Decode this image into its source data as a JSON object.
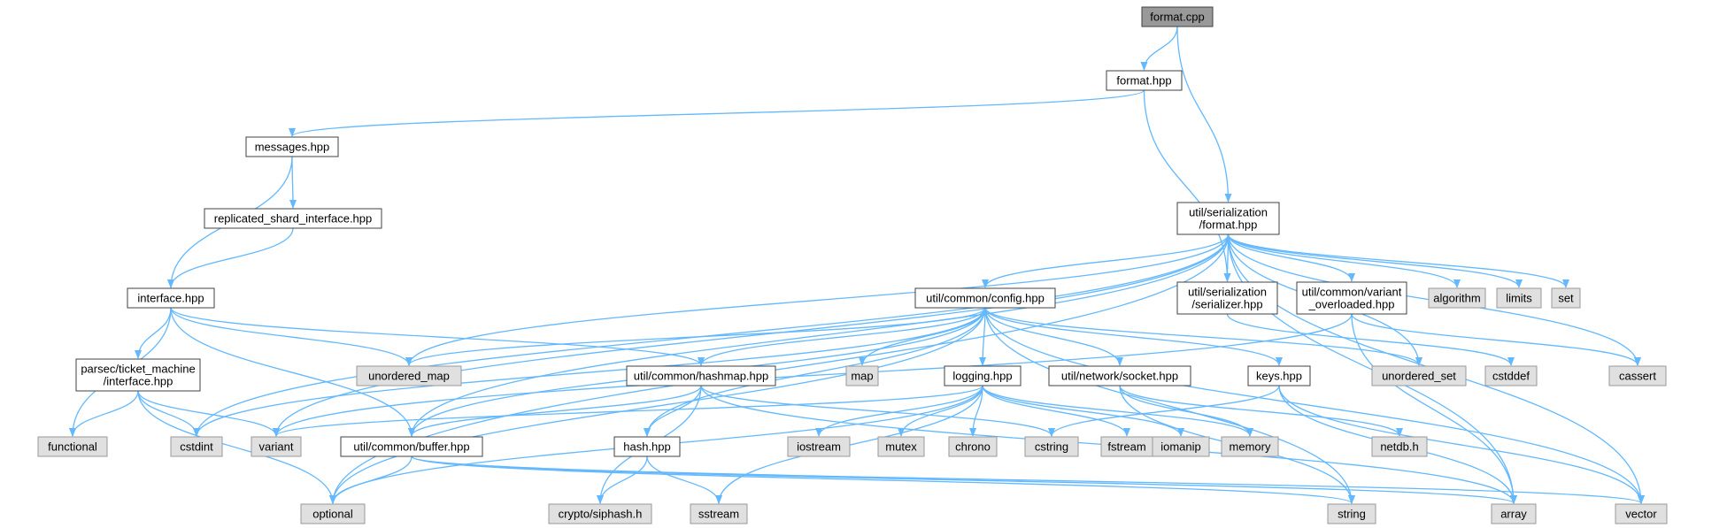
{
  "colors": {
    "edge": "#63b8ff",
    "border": "#999999",
    "border_dark": "#404040",
    "fill_external": "#e0e0e0",
    "fill_root": "#999999",
    "fill_internal": "#ffffff"
  },
  "nodes": [
    {
      "id": "format_cpp",
      "lines": [
        "format.cpp"
      ],
      "kind": "root"
    },
    {
      "id": "format_hpp",
      "lines": [
        "format.hpp"
      ],
      "kind": "internal"
    },
    {
      "id": "messages_hpp",
      "lines": [
        "messages.hpp"
      ],
      "kind": "internal"
    },
    {
      "id": "replicated",
      "lines": [
        "replicated_shard_interface.hpp"
      ],
      "kind": "internal"
    },
    {
      "id": "ser_format",
      "lines": [
        "util/serialization",
        "/format.hpp"
      ],
      "kind": "internal"
    },
    {
      "id": "interface_hpp",
      "lines": [
        "interface.hpp"
      ],
      "kind": "internal"
    },
    {
      "id": "config_hpp",
      "lines": [
        "util/common/config.hpp"
      ],
      "kind": "internal"
    },
    {
      "id": "ser_serializer",
      "lines": [
        "util/serialization",
        "/serializer.hpp"
      ],
      "kind": "internal"
    },
    {
      "id": "variant_overloaded",
      "lines": [
        "util/common/variant",
        "_overloaded.hpp"
      ],
      "kind": "internal"
    },
    {
      "id": "algorithm",
      "lines": [
        "algorithm"
      ],
      "kind": "external"
    },
    {
      "id": "limits",
      "lines": [
        "limits"
      ],
      "kind": "external"
    },
    {
      "id": "set",
      "lines": [
        "set"
      ],
      "kind": "external"
    },
    {
      "id": "parsec_iface",
      "lines": [
        "parsec/ticket_machine",
        "/interface.hpp"
      ],
      "kind": "internal"
    },
    {
      "id": "unordered_map",
      "lines": [
        "unordered_map"
      ],
      "kind": "external"
    },
    {
      "id": "hashmap_hpp",
      "lines": [
        "util/common/hashmap.hpp"
      ],
      "kind": "internal"
    },
    {
      "id": "map",
      "lines": [
        "map"
      ],
      "kind": "external"
    },
    {
      "id": "logging_hpp",
      "lines": [
        "logging.hpp"
      ],
      "kind": "internal"
    },
    {
      "id": "socket_hpp",
      "lines": [
        "util/network/socket.hpp"
      ],
      "kind": "internal"
    },
    {
      "id": "keys_hpp",
      "lines": [
        "keys.hpp"
      ],
      "kind": "internal"
    },
    {
      "id": "unordered_set",
      "lines": [
        "unordered_set"
      ],
      "kind": "external"
    },
    {
      "id": "cstddef",
      "lines": [
        "cstddef"
      ],
      "kind": "external"
    },
    {
      "id": "cassert",
      "lines": [
        "cassert"
      ],
      "kind": "external"
    },
    {
      "id": "functional",
      "lines": [
        "functional"
      ],
      "kind": "external"
    },
    {
      "id": "cstdint",
      "lines": [
        "cstdint"
      ],
      "kind": "external"
    },
    {
      "id": "variant",
      "lines": [
        "variant"
      ],
      "kind": "external"
    },
    {
      "id": "buffer_hpp",
      "lines": [
        "util/common/buffer.hpp"
      ],
      "kind": "internal"
    },
    {
      "id": "iostream",
      "lines": [
        "iostream"
      ],
      "kind": "external"
    },
    {
      "id": "mutex",
      "lines": [
        "mutex"
      ],
      "kind": "external"
    },
    {
      "id": "chrono",
      "lines": [
        "chrono"
      ],
      "kind": "external"
    },
    {
      "id": "cstring",
      "lines": [
        "cstring"
      ],
      "kind": "external"
    },
    {
      "id": "fstream",
      "lines": [
        "fstream"
      ],
      "kind": "external"
    },
    {
      "id": "iomanip",
      "lines": [
        "iomanip"
      ],
      "kind": "external"
    },
    {
      "id": "memory",
      "lines": [
        "memory"
      ],
      "kind": "external"
    },
    {
      "id": "netdb",
      "lines": [
        "netdb.h"
      ],
      "kind": "external"
    },
    {
      "id": "hash_hpp",
      "lines": [
        "hash.hpp"
      ],
      "kind": "internal"
    },
    {
      "id": "optional",
      "lines": [
        "optional"
      ],
      "kind": "external"
    },
    {
      "id": "siphash",
      "lines": [
        "crypto/siphash.h"
      ],
      "kind": "external"
    },
    {
      "id": "sstream",
      "lines": [
        "sstream"
      ],
      "kind": "external"
    },
    {
      "id": "string",
      "lines": [
        "string"
      ],
      "kind": "external"
    },
    {
      "id": "array",
      "lines": [
        "array"
      ],
      "kind": "external"
    },
    {
      "id": "vector",
      "lines": [
        "vector"
      ],
      "kind": "external"
    }
  ],
  "edges": [
    [
      "format_cpp",
      "format_hpp"
    ],
    [
      "format_cpp",
      "ser_format"
    ],
    [
      "format_hpp",
      "messages_hpp"
    ],
    [
      "format_hpp",
      "ser_serializer"
    ],
    [
      "messages_hpp",
      "replicated"
    ],
    [
      "messages_hpp",
      "interface_hpp"
    ],
    [
      "replicated",
      "interface_hpp"
    ],
    [
      "interface_hpp",
      "parsec_iface"
    ],
    [
      "interface_hpp",
      "functional"
    ],
    [
      "interface_hpp",
      "unordered_map"
    ],
    [
      "interface_hpp",
      "hashmap_hpp"
    ],
    [
      "interface_hpp",
      "buffer_hpp"
    ],
    [
      "parsec_iface",
      "functional"
    ],
    [
      "parsec_iface",
      "cstdint"
    ],
    [
      "parsec_iface",
      "variant"
    ],
    [
      "parsec_iface",
      "optional"
    ],
    [
      "ser_format",
      "optional"
    ],
    [
      "ser_format",
      "cstdint"
    ],
    [
      "ser_format",
      "variant"
    ],
    [
      "ser_format",
      "unordered_map"
    ],
    [
      "ser_format",
      "buffer_hpp"
    ],
    [
      "ser_format",
      "config_hpp"
    ],
    [
      "ser_format",
      "ser_serializer"
    ],
    [
      "ser_format",
      "variant_overloaded"
    ],
    [
      "ser_format",
      "unordered_set"
    ],
    [
      "ser_format",
      "algorithm"
    ],
    [
      "ser_format",
      "limits"
    ],
    [
      "ser_format",
      "set"
    ],
    [
      "ser_format",
      "cassert"
    ],
    [
      "ser_format",
      "array"
    ],
    [
      "ser_format",
      "vector"
    ],
    [
      "ser_serializer",
      "cstddef"
    ],
    [
      "variant_overloaded",
      "variant"
    ],
    [
      "variant_overloaded",
      "array"
    ],
    [
      "variant_overloaded",
      "cassert"
    ],
    [
      "config_hpp",
      "unordered_map"
    ],
    [
      "config_hpp",
      "hashmap_hpp"
    ],
    [
      "config_hpp",
      "map"
    ],
    [
      "config_hpp",
      "logging_hpp"
    ],
    [
      "config_hpp",
      "socket_hpp"
    ],
    [
      "config_hpp",
      "keys_hpp"
    ],
    [
      "config_hpp",
      "unordered_set"
    ],
    [
      "config_hpp",
      "cstdint"
    ],
    [
      "config_hpp",
      "optional"
    ],
    [
      "config_hpp",
      "buffer_hpp"
    ],
    [
      "config_hpp",
      "hash_hpp"
    ],
    [
      "config_hpp",
      "string"
    ],
    [
      "config_hpp",
      "vector"
    ],
    [
      "hashmap_hpp",
      "buffer_hpp"
    ],
    [
      "hashmap_hpp",
      "hash_hpp"
    ],
    [
      "hashmap_hpp",
      "siphash"
    ],
    [
      "hashmap_hpp",
      "cstring"
    ],
    [
      "hashmap_hpp",
      "array"
    ],
    [
      "logging_hpp",
      "variant"
    ],
    [
      "logging_hpp",
      "iostream"
    ],
    [
      "logging_hpp",
      "mutex"
    ],
    [
      "logging_hpp",
      "chrono"
    ],
    [
      "logging_hpp",
      "fstream"
    ],
    [
      "logging_hpp",
      "iomanip"
    ],
    [
      "logging_hpp",
      "memory"
    ],
    [
      "logging_hpp",
      "sstream"
    ],
    [
      "logging_hpp",
      "optional"
    ],
    [
      "socket_hpp",
      "memory"
    ],
    [
      "socket_hpp",
      "netdb"
    ],
    [
      "socket_hpp",
      "string"
    ],
    [
      "keys_hpp",
      "cstring"
    ],
    [
      "keys_hpp",
      "array"
    ],
    [
      "keys_hpp",
      "vector"
    ],
    [
      "buffer_hpp",
      "optional"
    ],
    [
      "buffer_hpp",
      "string"
    ],
    [
      "buffer_hpp",
      "array"
    ],
    [
      "buffer_hpp",
      "vector"
    ],
    [
      "hash_hpp",
      "siphash"
    ],
    [
      "hash_hpp",
      "sstream"
    ]
  ]
}
